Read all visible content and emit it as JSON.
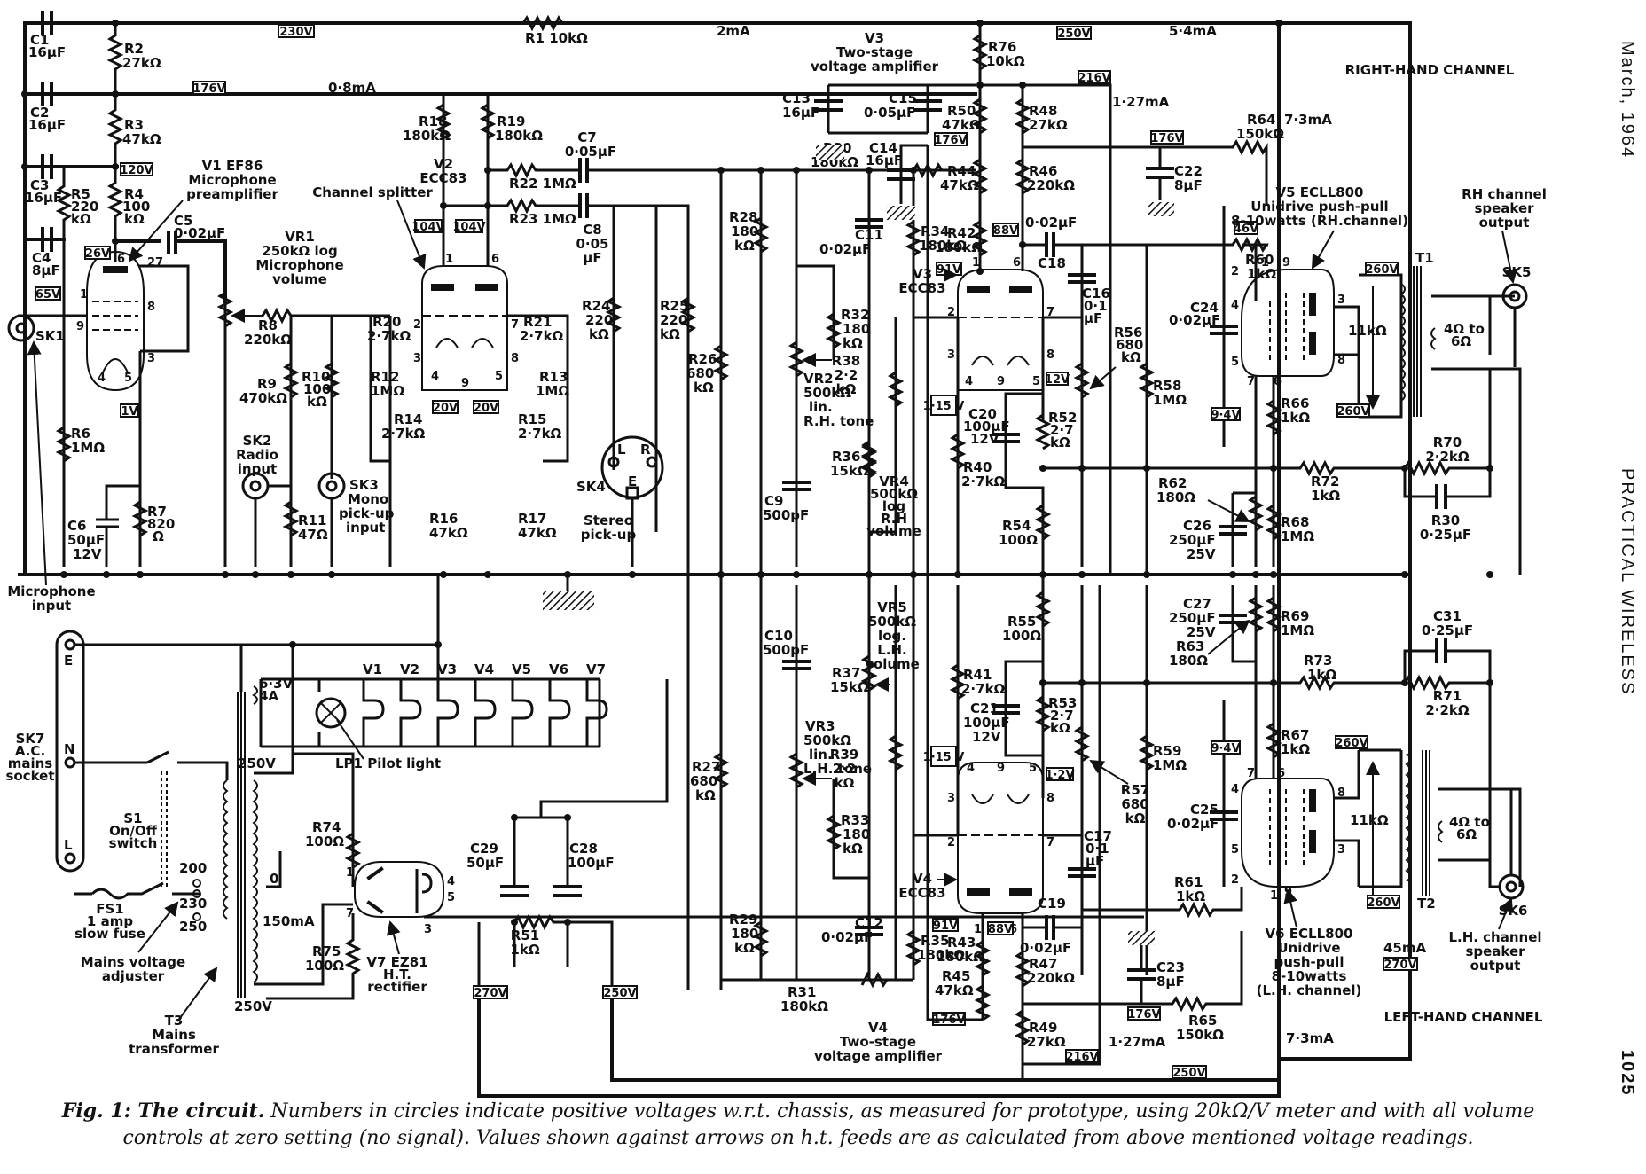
{
  "page": {
    "margin_date": "March, 1964",
    "margin_title": "PRACTICAL WIRELESS",
    "page_number": "1025",
    "caption_lead": "Fig. 1: The circuit.",
    "caption_body": "Numbers in circles indicate positive voltages w.r.t. chassis, as measured for prototype, using 20kΩ/V meter and with all volume controls at zero setting (no signal). Values shown against arrows on h.t. feeds are as calculated from above mentioned voltage readings."
  },
  "rails": {
    "v230": "230V",
    "v176_top": "176V",
    "v120": "120V",
    "i_08": "0·8mA",
    "i_2": "2mA",
    "v250_top": "250V",
    "i_54": "5·4mA",
    "v216_top": "216V",
    "i_127_top": "1·27mA",
    "v176_v3": "176V",
    "v176_r64": "176V",
    "i_73_top": "7·3mA",
    "v270_bot": "270V",
    "v250_bot_l": "250V",
    "v250_bot": "250V",
    "v216_bot": "216V",
    "i_127_bot": "1·27mA",
    "v176_v4": "176V",
    "v176_r65": "176V",
    "i_73_bot": "7·3mA",
    "i_45": "45mA",
    "v270_right": "270V"
  },
  "channels": {
    "right": "RIGHT-HAND CHANNEL",
    "left": "LEFT-HAND CHANNEL"
  },
  "valves": {
    "v1": {
      "name": "V1 EF86",
      "desc1": "Microphone",
      "desc2": "preamplifier",
      "v_anode": "26V",
      "v_screen": "65V",
      "v_cathode": "1V"
    },
    "v2": {
      "name": "V2",
      "type": "ECC83",
      "desc": "Channel splitter",
      "v_a1": "104V",
      "v_a2": "104V",
      "v_k1": "20V",
      "v_k2": "20V"
    },
    "v3": {
      "name": "V3",
      "desc1": "Two-stage",
      "desc2": "voltage amplifier",
      "tag_name": "V3",
      "tag_type": "ECC83",
      "v_a1": "91V",
      "v_a2": "88V",
      "v_k1": "1·15 V",
      "v_k2": "12V"
    },
    "v4": {
      "name": "V4",
      "desc1": "Two-stage",
      "desc2": "voltage amplifier",
      "tag_name": "V4",
      "tag_type": "ECC83",
      "v_a1": "91V",
      "v_a2": "88V",
      "v_k1": "1·15 V",
      "v_k2": "1·2V"
    },
    "v5": {
      "name": "V5 ECLL800",
      "desc1": "Unidrive push-pull",
      "desc2": "8-10watts (RH.channel)",
      "v_g": "46V",
      "v_k": "9·4V",
      "v_a": "260V"
    },
    "v6": {
      "name": "V6 ECLL800",
      "desc1": "Unidrive",
      "desc2": "push-pull",
      "desc3": "8-10watts",
      "desc4": "(L.H. channel)",
      "v_k": "9·4V",
      "v_a": "260V"
    },
    "v7": {
      "name": "V7 EZ81",
      "desc1": "H.T.",
      "desc2": "rectifier"
    }
  },
  "components": {
    "C1": [
      "C1",
      "16μF"
    ],
    "C2": [
      "C2",
      "16μF"
    ],
    "C3": [
      "C3",
      "16μF"
    ],
    "C4": [
      "C4",
      "8μF"
    ],
    "C5": [
      "C5",
      "0·02μF"
    ],
    "C6": [
      "C6",
      "50μF",
      "12V"
    ],
    "C7": [
      "C7",
      "0·05μF"
    ],
    "C8": [
      "C8",
      "0·05",
      "μF"
    ],
    "C9": [
      "C9",
      "500pF"
    ],
    "C10": [
      "C10",
      "500pF"
    ],
    "C11": [
      "C11",
      "0·02μF"
    ],
    "C12": [
      "C12",
      "0·02μF"
    ],
    "C13": [
      "C13",
      "16μF"
    ],
    "C14": [
      "C14",
      "16μF"
    ],
    "C15": [
      "C15",
      "0·05μF"
    ],
    "C16": [
      "C16",
      "0·1",
      "μF"
    ],
    "C17": [
      "C17",
      "0·1",
      "μF"
    ],
    "C18": [
      "C18",
      "0·02μF"
    ],
    "C19": [
      "C19",
      "0·02μF"
    ],
    "C20": [
      "C20",
      "100μF",
      "12V"
    ],
    "C21": [
      "C21",
      "100μF",
      "12V"
    ],
    "C22": [
      "C22",
      "8μF"
    ],
    "C23": [
      "C23",
      "8μF"
    ],
    "C24": [
      "C24",
      "0·02μF"
    ],
    "C25": [
      "C25",
      "0·02μF"
    ],
    "C26": [
      "C26",
      "250μF",
      "25V"
    ],
    "C27": [
      "C27",
      "250μF",
      "25V"
    ],
    "C28": [
      "C28",
      "100μF"
    ],
    "C29": [
      "C29",
      "50μF"
    ],
    "C30": [
      "R30",
      "0·25μF"
    ],
    "C31": [
      "C31",
      "0·25μF"
    ],
    "R1": [
      "R1 10kΩ"
    ],
    "R2": [
      "R2",
      "27kΩ"
    ],
    "R3": [
      "R3",
      "47kΩ"
    ],
    "R4": [
      "R4",
      "100",
      "kΩ"
    ],
    "R5": [
      "R5",
      "220",
      "kΩ"
    ],
    "R6": [
      "R6",
      "1MΩ"
    ],
    "R7": [
      "R7",
      "820",
      "Ω"
    ],
    "R8": [
      "R8",
      "220kΩ"
    ],
    "R9": [
      "R9",
      "470kΩ"
    ],
    "R10": [
      "R10",
      "100",
      "kΩ"
    ],
    "R11": [
      "R11",
      "47Ω"
    ],
    "R12": [
      "R12",
      "1MΩ"
    ],
    "R13": [
      "R13",
      "1MΩ"
    ],
    "R14": [
      "R14",
      "2·7kΩ"
    ],
    "R15": [
      "R15",
      "2·7kΩ"
    ],
    "R16": [
      "R16",
      "47kΩ"
    ],
    "R17": [
      "R17",
      "47kΩ"
    ],
    "R18": [
      "R18",
      "180kΩ"
    ],
    "R19": [
      "R19",
      "180kΩ"
    ],
    "R20": [
      "R20",
      "2·7kΩ"
    ],
    "R21": [
      "R21",
      "2·7kΩ"
    ],
    "R22": [
      "R22 1MΩ"
    ],
    "R23": [
      "R23 1MΩ"
    ],
    "R24": [
      "R24",
      "220",
      "kΩ"
    ],
    "R25": [
      "R25",
      "220",
      "kΩ"
    ],
    "R26": [
      "R26",
      "680",
      "kΩ"
    ],
    "R27": [
      "R27",
      "680",
      "kΩ"
    ],
    "R28": [
      "R28",
      "180",
      "kΩ"
    ],
    "R29": [
      "R29",
      "180",
      "kΩ"
    ],
    "R30": [
      "R30",
      "180kΩ"
    ],
    "R31": [
      "R31",
      "180kΩ"
    ],
    "R32": [
      "R32",
      "180",
      "kΩ"
    ],
    "R33": [
      "R33",
      "180",
      "kΩ"
    ],
    "R34": [
      "R34",
      "180kΩ"
    ],
    "R35": [
      "R35",
      "180kΩ"
    ],
    "R36": [
      "R36",
      "15kΩ"
    ],
    "R37": [
      "R37",
      "15kΩ"
    ],
    "R38": [
      "R38",
      "2·2",
      "kΩ"
    ],
    "R39": [
      "R39",
      "2·2",
      "kΩ"
    ],
    "R40": [
      "R40",
      "2·7kΩ"
    ],
    "R41": [
      "R41",
      "2·7kΩ"
    ],
    "R42": [
      "R42",
      "180kΩ"
    ],
    "R43": [
      "R43",
      "180kΩ"
    ],
    "R44": [
      "R44",
      "47kΩ"
    ],
    "R45": [
      "R45",
      "47kΩ"
    ],
    "R46": [
      "R46",
      "220kΩ"
    ],
    "R47": [
      "R47",
      "220kΩ"
    ],
    "R48": [
      "R48",
      "27kΩ"
    ],
    "R49": [
      "R49",
      "27kΩ"
    ],
    "R50": [
      "R50",
      "47kΩ"
    ],
    "R51": [
      "R51",
      "1kΩ"
    ],
    "R52": [
      "R52",
      "2·7",
      "kΩ"
    ],
    "R53": [
      "R53",
      "2·7",
      "kΩ"
    ],
    "R54": [
      "R54",
      "100Ω"
    ],
    "R55": [
      "R55",
      "100Ω"
    ],
    "R56": [
      "R56",
      "680",
      "kΩ"
    ],
    "R57": [
      "R57",
      "680",
      "kΩ"
    ],
    "R58": [
      "R58",
      "1MΩ"
    ],
    "R59": [
      "R59",
      "1MΩ"
    ],
    "R60": [
      "R60",
      "1kΩ"
    ],
    "R61": [
      "R61",
      "1kΩ"
    ],
    "R62": [
      "R62",
      "180Ω"
    ],
    "R63": [
      "R63",
      "180Ω"
    ],
    "R64": [
      "R64",
      "150kΩ"
    ],
    "R65": [
      "R65",
      "150kΩ"
    ],
    "R66": [
      "R66",
      "1kΩ"
    ],
    "R67": [
      "R67",
      "1kΩ"
    ],
    "R68": [
      "R68",
      "1MΩ"
    ],
    "R69": [
      "R69",
      "1MΩ"
    ],
    "R70": [
      "R70",
      "2·2kΩ"
    ],
    "R71": [
      "R71",
      "2·2kΩ"
    ],
    "R72": [
      "R72",
      "1kΩ"
    ],
    "R73": [
      "R73",
      "1kΩ"
    ],
    "R74": [
      "R74",
      "100Ω"
    ],
    "R75": [
      "R75",
      "100Ω"
    ],
    "R76": [
      "R76",
      "10kΩ"
    ],
    "VR1": [
      "VR1",
      "250kΩ log",
      "Microphone",
      "volume"
    ],
    "VR2": [
      "VR2",
      "500kΩ",
      "lin.",
      "R.H. tone"
    ],
    "VR3": [
      "VR3",
      "500kΩ",
      "lin.",
      "L.H. tone"
    ],
    "VR4": [
      "VR4",
      "500kΩ",
      "log",
      "R.H",
      "volume"
    ],
    "VR5": [
      "VR5",
      "500kΩ",
      "log.",
      "L.H.",
      "volume"
    ]
  },
  "sockets": {
    "SK1": "SK1",
    "mic": [
      "Microphone",
      "input"
    ],
    "SK2": [
      "SK2",
      "Radio",
      "input"
    ],
    "SK3": [
      "SK3",
      "Mono",
      "pick-up",
      "input"
    ],
    "SK4": [
      "SK4",
      "Stereo",
      "pick-up"
    ],
    "SK4_pins": [
      "L",
      "R",
      "E"
    ],
    "SK5": [
      "SK5",
      "RH channel",
      "speaker",
      "output"
    ],
    "SK6": [
      "SK6",
      "L.H. channel",
      "speaker",
      "output"
    ],
    "SK7": [
      "SK7",
      "A.C.",
      "mains",
      "socket"
    ],
    "SK7_pins": [
      "E",
      "N",
      "L"
    ]
  },
  "power": {
    "S1": [
      "S1",
      "On/Off",
      "switch"
    ],
    "FS1": [
      "FS1",
      "1 amp",
      "slow fuse"
    ],
    "adjuster": [
      "Mains voltage",
      "adjuster"
    ],
    "taps": [
      "200",
      "230",
      "250"
    ],
    "T3": [
      "T3",
      "Mains",
      "transformer"
    ],
    "heater": [
      "6·3V",
      "4A"
    ],
    "sec_top": "250V",
    "sec_mid": "0",
    "sec_cur": "150mA",
    "sec_bot": "250V",
    "LP1": "LP1 Pilot light",
    "heater_valves": [
      "V1",
      "V2",
      "V3",
      "V4",
      "V5",
      "V6",
      "V7"
    ],
    "T1": "T1",
    "T2": "T2",
    "imp_pri": "11kΩ",
    "imp_sec": [
      "4Ω to",
      "6Ω"
    ]
  }
}
